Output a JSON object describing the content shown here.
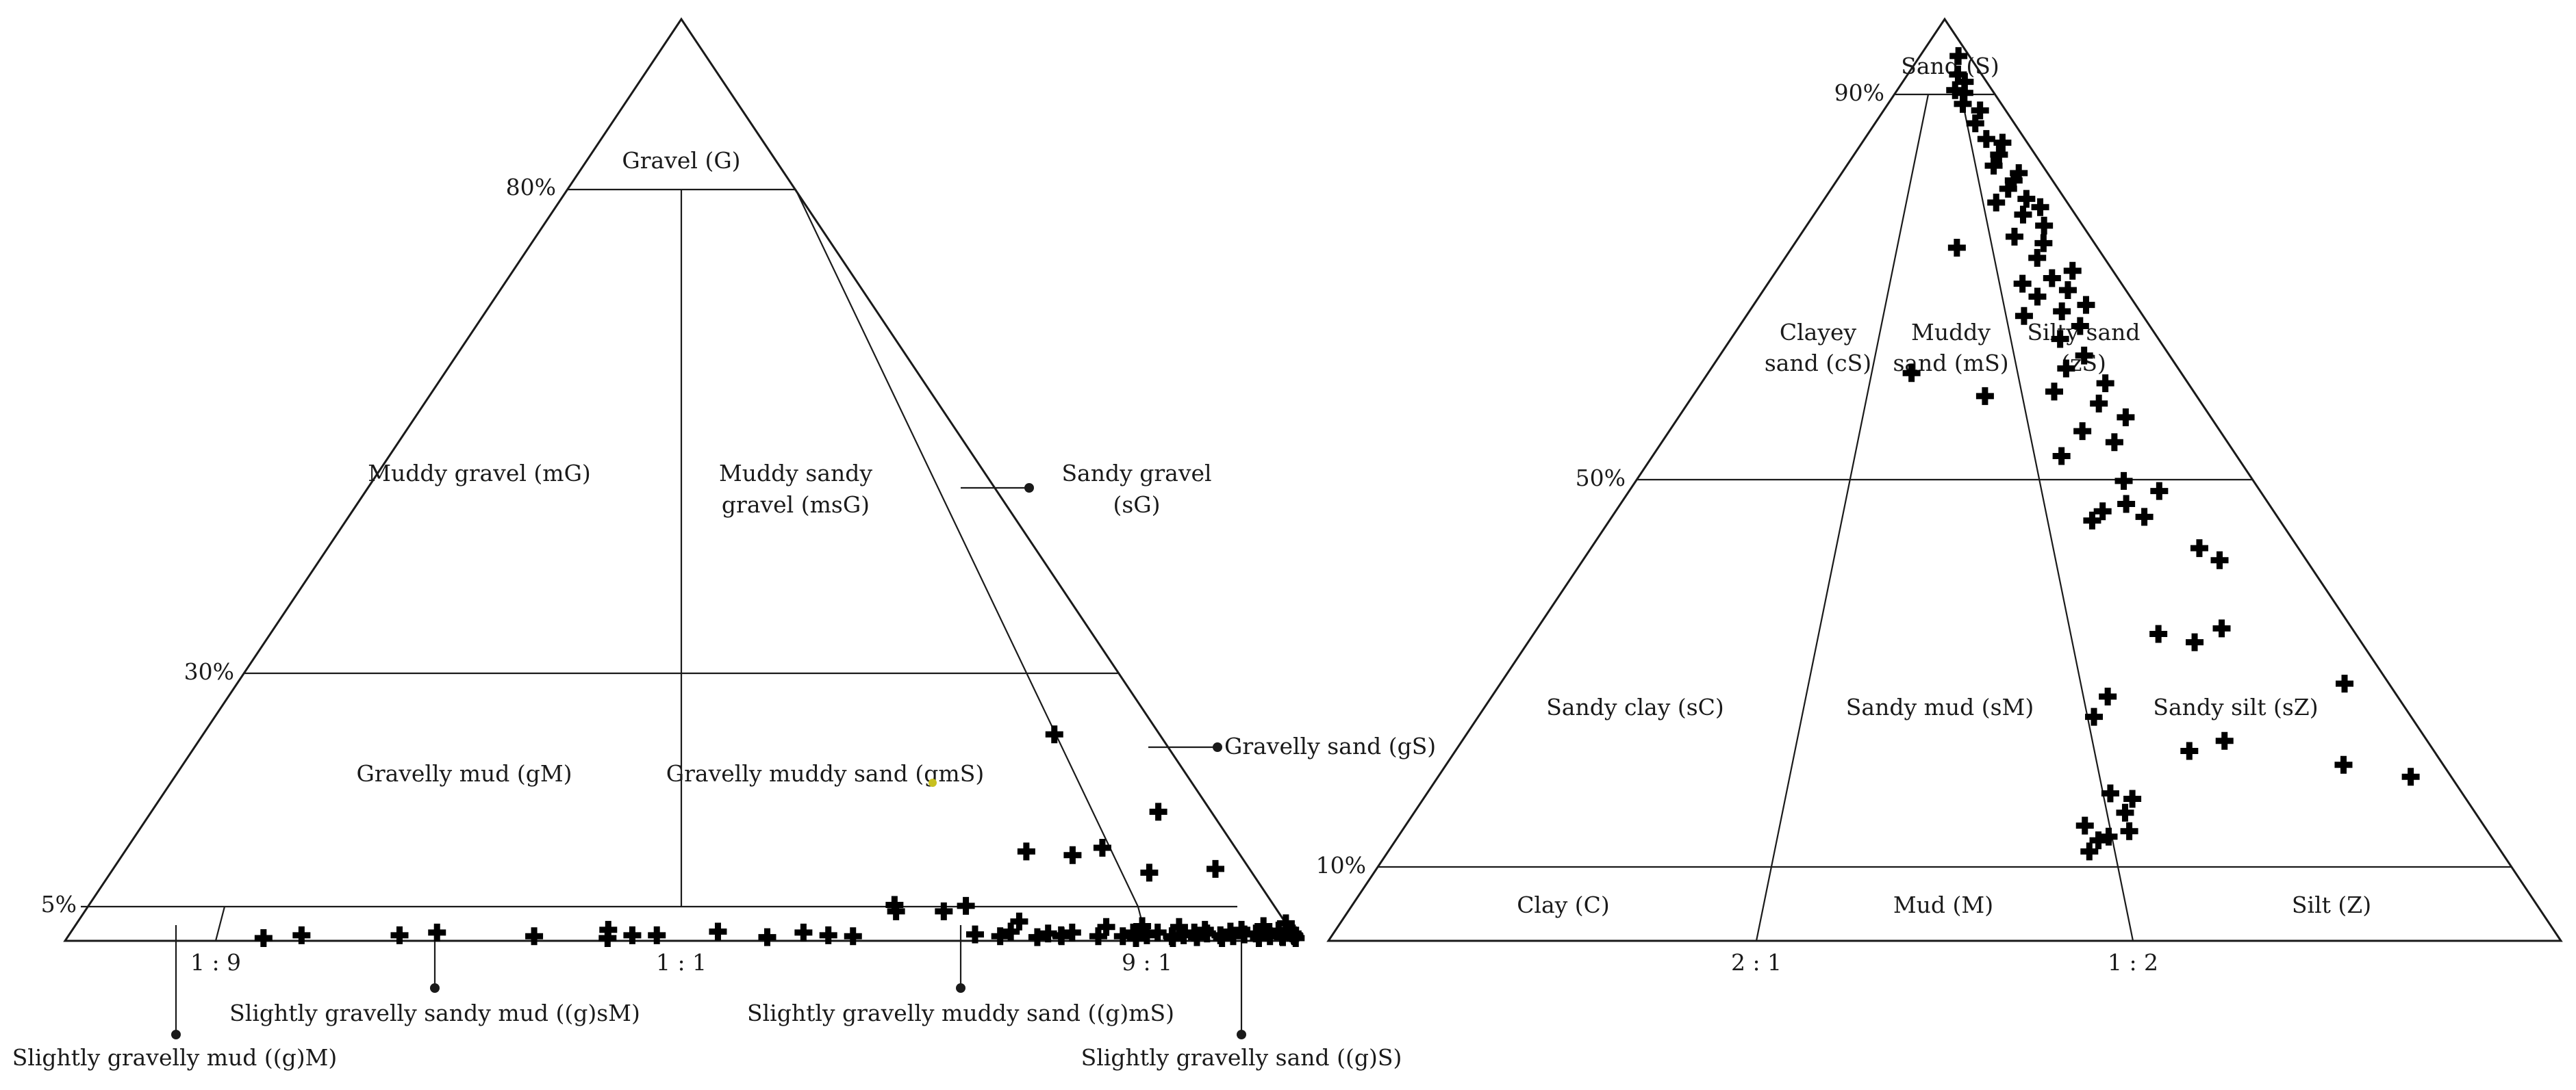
{
  "diagrams": [
    {
      "id": "gravel-sand-mud",
      "percent_labels": [
        "80%",
        "30%",
        "5%"
      ],
      "ratio_labels": [
        "1 : 9",
        "1 : 1",
        "9 : 1"
      ],
      "classes": [
        "Gravel (G)",
        "Muddy gravel (mG)",
        "Muddy sandy",
        "gravel (msG)",
        "Sandy gravel",
        "(sG)",
        "Gravelly mud (gM)",
        "Gravelly muddy sand (gmS)",
        "Gravelly sand (gS)",
        "Slightly gravelly sandy mud ((g)sM)",
        "Slightly gravelly muddy sand ((g)mS)",
        "Slightly gravelly mud ((g)M)",
        "Slightly gravelly sand ((g)S)"
      ],
      "samples": [
        {
          "sand_mud_ratio": 0.16,
          "gravel_pct": 0.3
        },
        {
          "sand_mud_ratio": 0.19,
          "gravel_pct": 0.6
        },
        {
          "sand_mud_ratio": 0.27,
          "gravel_pct": 0.6
        },
        {
          "sand_mud_ratio": 0.3,
          "gravel_pct": 0.9
        },
        {
          "sand_mud_ratio": 0.38,
          "gravel_pct": 0.5
        },
        {
          "sand_mud_ratio": 0.44,
          "gravel_pct": 1.2
        },
        {
          "sand_mud_ratio": 0.44,
          "gravel_pct": 0.3
        },
        {
          "sand_mud_ratio": 0.46,
          "gravel_pct": 0.6
        },
        {
          "sand_mud_ratio": 0.48,
          "gravel_pct": 0.6
        },
        {
          "sand_mud_ratio": 0.53,
          "gravel_pct": 1.0
        },
        {
          "sand_mud_ratio": 0.57,
          "gravel_pct": 0.4
        },
        {
          "sand_mud_ratio": 0.6,
          "gravel_pct": 0.9
        },
        {
          "sand_mud_ratio": 0.62,
          "gravel_pct": 0.6
        },
        {
          "sand_mud_ratio": 0.64,
          "gravel_pct": 0.5
        },
        {
          "sand_mud_ratio": 0.68,
          "gravel_pct": 3.2
        },
        {
          "sand_mud_ratio": 0.68,
          "gravel_pct": 3.9
        },
        {
          "sand_mud_ratio": 0.72,
          "gravel_pct": 3.2
        },
        {
          "sand_mud_ratio": 0.74,
          "gravel_pct": 3.8
        },
        {
          "sand_mud_ratio": 0.74,
          "gravel_pct": 0.7
        },
        {
          "sand_mud_ratio": 0.76,
          "gravel_pct": 0.5
        },
        {
          "sand_mud_ratio": 0.77,
          "gravel_pct": 1.0
        },
        {
          "sand_mud_ratio": 0.78,
          "gravel_pct": 2.1
        },
        {
          "sand_mud_ratio": 0.79,
          "gravel_pct": 0.4
        },
        {
          "sand_mud_ratio": 0.8,
          "gravel_pct": 0.8
        },
        {
          "sand_mud_ratio": 0.81,
          "gravel_pct": 0.6
        },
        {
          "sand_mud_ratio": 0.81,
          "gravel_pct": 9.7
        },
        {
          "sand_mud_ratio": 0.81,
          "gravel_pct": 0.5
        },
        {
          "sand_mud_ratio": 0.82,
          "gravel_pct": 0.9
        },
        {
          "sand_mud_ratio": 0.84,
          "gravel_pct": 0.5
        },
        {
          "sand_mud_ratio": 0.85,
          "gravel_pct": 1.5
        },
        {
          "sand_mud_ratio": 0.85,
          "gravel_pct": 9.3
        },
        {
          "sand_mud_ratio": 0.86,
          "gravel_pct": 0.5
        },
        {
          "sand_mud_ratio": 0.87,
          "gravel_pct": 0.9
        },
        {
          "sand_mud_ratio": 0.87,
          "gravel_pct": 0.3
        },
        {
          "sand_mud_ratio": 0.88,
          "gravel_pct": 1.6
        },
        {
          "sand_mud_ratio": 0.88,
          "gravel_pct": 10.1
        },
        {
          "sand_mud_ratio": 0.88,
          "gravel_pct": 0.6
        },
        {
          "sand_mud_ratio": 0.89,
          "gravel_pct": 22.4
        },
        {
          "sand_mud_ratio": 0.89,
          "gravel_pct": 0.9
        },
        {
          "sand_mud_ratio": 0.9,
          "gravel_pct": 0.5
        },
        {
          "sand_mud_ratio": 0.9,
          "gravel_pct": 0.3
        },
        {
          "sand_mud_ratio": 0.91,
          "gravel_pct": 0.6
        },
        {
          "sand_mud_ratio": 0.91,
          "gravel_pct": 7.4
        },
        {
          "sand_mud_ratio": 0.91,
          "gravel_pct": 1.5
        },
        {
          "sand_mud_ratio": 0.92,
          "gravel_pct": 0.9
        },
        {
          "sand_mud_ratio": 0.92,
          "gravel_pct": 0.4
        },
        {
          "sand_mud_ratio": 0.93,
          "gravel_pct": 0.8
        },
        {
          "sand_mud_ratio": 0.93,
          "gravel_pct": 1.2
        },
        {
          "sand_mud_ratio": 0.94,
          "gravel_pct": 0.6
        },
        {
          "sand_mud_ratio": 0.94,
          "gravel_pct": 0.3
        },
        {
          "sand_mud_ratio": 0.95,
          "gravel_pct": 14.0
        },
        {
          "sand_mud_ratio": 0.95,
          "gravel_pct": 1.0
        },
        {
          "sand_mud_ratio": 0.95,
          "gravel_pct": 0.5
        },
        {
          "sand_mud_ratio": 0.96,
          "gravel_pct": 0.7
        },
        {
          "sand_mud_ratio": 0.96,
          "gravel_pct": 1.2
        },
        {
          "sand_mud_ratio": 0.97,
          "gravel_pct": 7.8
        },
        {
          "sand_mud_ratio": 0.97,
          "gravel_pct": 0.3
        },
        {
          "sand_mud_ratio": 0.97,
          "gravel_pct": 0.8
        },
        {
          "sand_mud_ratio": 0.98,
          "gravel_pct": 0.5
        },
        {
          "sand_mud_ratio": 0.98,
          "gravel_pct": 1.6
        },
        {
          "sand_mud_ratio": 0.98,
          "gravel_pct": 0.9
        },
        {
          "sand_mud_ratio": 0.99,
          "gravel_pct": 0.5
        },
        {
          "sand_mud_ratio": 0.99,
          "gravel_pct": 1.1
        },
        {
          "sand_mud_ratio": 0.99,
          "gravel_pct": 0.5
        },
        {
          "sand_mud_ratio": 0.99,
          "gravel_pct": 0.4
        },
        {
          "sand_mud_ratio": 1.0,
          "gravel_pct": 0.8
        },
        {
          "sand_mud_ratio": 1.0,
          "gravel_pct": 1.9
        },
        {
          "sand_mud_ratio": 1.0,
          "gravel_pct": 0.6
        },
        {
          "sand_mud_ratio": 1.0,
          "gravel_pct": 0.3
        },
        {
          "sand_mud_ratio": 1.0,
          "gravel_pct": 1.2
        },
        {
          "sand_mud_ratio": 1.0,
          "gravel_pct": 0.5
        }
      ]
    },
    {
      "id": "sand-silt-clay",
      "percent_labels": [
        "90%",
        "50%",
        "10%"
      ],
      "ratio_labels": [
        "2 : 1",
        "1 : 2"
      ],
      "classes": [
        "Sand (S)",
        "Clayey",
        "sand (cS)",
        "Muddy",
        "sand (mS)",
        "Silty sand",
        "(zS)",
        "Sandy clay (sC)",
        "Sandy mud (sM)",
        "Sandy silt (sZ)",
        "Clay (C)",
        "Mud (M)",
        "Silt (Z)"
      ],
      "samples": [
        {
          "sand_pct": 96.0,
          "silt_fraction_of_mud": 0.78
        },
        {
          "sand_pct": 94.0,
          "silt_fraction_of_mud": 0.68
        },
        {
          "sand_pct": 93.2,
          "silt_fraction_of_mud": 0.74
        },
        {
          "sand_pct": 92.3,
          "silt_fraction_of_mud": 0.61
        },
        {
          "sand_pct": 92.0,
          "silt_fraction_of_mud": 0.7
        },
        {
          "sand_pct": 90.8,
          "silt_fraction_of_mud": 0.66
        },
        {
          "sand_pct": 90.1,
          "silt_fraction_of_mud": 0.79
        },
        {
          "sand_pct": 88.7,
          "silt_fraction_of_mud": 0.72
        },
        {
          "sand_pct": 87.0,
          "silt_fraction_of_mud": 0.76
        },
        {
          "sand_pct": 86.6,
          "silt_fraction_of_mud": 0.85
        },
        {
          "sand_pct": 85.3,
          "silt_fraction_of_mud": 0.8
        },
        {
          "sand_pct": 84.1,
          "silt_fraction_of_mud": 0.75
        },
        {
          "sand_pct": 83.3,
          "silt_fraction_of_mud": 0.86
        },
        {
          "sand_pct": 82.5,
          "silt_fraction_of_mud": 0.82
        },
        {
          "sand_pct": 81.6,
          "silt_fraction_of_mud": 0.78
        },
        {
          "sand_pct": 80.5,
          "silt_fraction_of_mud": 0.84
        },
        {
          "sand_pct": 80.1,
          "silt_fraction_of_mud": 0.71
        },
        {
          "sand_pct": 79.6,
          "silt_fraction_of_mud": 0.88
        },
        {
          "sand_pct": 78.8,
          "silt_fraction_of_mud": 0.8
        },
        {
          "sand_pct": 77.6,
          "silt_fraction_of_mud": 0.86
        },
        {
          "sand_pct": 76.4,
          "silt_fraction_of_mud": 0.74
        },
        {
          "sand_pct": 75.7,
          "silt_fraction_of_mud": 0.83
        },
        {
          "sand_pct": 75.2,
          "silt_fraction_of_mud": 0.54
        },
        {
          "sand_pct": 74.1,
          "silt_fraction_of_mud": 0.79
        },
        {
          "sand_pct": 72.7,
          "silt_fraction_of_mud": 0.88
        },
        {
          "sand_pct": 71.9,
          "silt_fraction_of_mud": 0.81
        },
        {
          "sand_pct": 71.3,
          "silt_fraction_of_mud": 0.72
        },
        {
          "sand_pct": 70.6,
          "silt_fraction_of_mud": 0.84
        },
        {
          "sand_pct": 69.9,
          "silt_fraction_of_mud": 0.75
        },
        {
          "sand_pct": 69.0,
          "silt_fraction_of_mud": 0.87
        },
        {
          "sand_pct": 68.3,
          "silt_fraction_of_mud": 0.8
        },
        {
          "sand_pct": 67.8,
          "silt_fraction_of_mud": 0.7
        },
        {
          "sand_pct": 66.7,
          "silt_fraction_of_mud": 0.83
        },
        {
          "sand_pct": 65.3,
          "silt_fraction_of_mud": 0.77
        },
        {
          "sand_pct": 63.5,
          "silt_fraction_of_mud": 0.81
        },
        {
          "sand_pct": 62.1,
          "silt_fraction_of_mud": 0.76
        },
        {
          "sand_pct": 61.6,
          "silt_fraction_of_mud": 0.43
        },
        {
          "sand_pct": 60.5,
          "silt_fraction_of_mud": 0.83
        },
        {
          "sand_pct": 59.6,
          "silt_fraction_of_mud": 0.72
        },
        {
          "sand_pct": 59.1,
          "silt_fraction_of_mud": 0.58
        },
        {
          "sand_pct": 58.3,
          "silt_fraction_of_mud": 0.8
        },
        {
          "sand_pct": 56.8,
          "silt_fraction_of_mud": 0.84
        },
        {
          "sand_pct": 55.3,
          "silt_fraction_of_mud": 0.75
        },
        {
          "sand_pct": 54.1,
          "silt_fraction_of_mud": 0.8
        },
        {
          "sand_pct": 52.6,
          "silt_fraction_of_mud": 0.7
        },
        {
          "sand_pct": 49.9,
          "silt_fraction_of_mud": 0.79
        },
        {
          "sand_pct": 48.8,
          "silt_fraction_of_mud": 0.84
        },
        {
          "sand_pct": 47.4,
          "silt_fraction_of_mud": 0.78
        },
        {
          "sand_pct": 46.6,
          "silt_fraction_of_mud": 0.74
        },
        {
          "sand_pct": 46.0,
          "silt_fraction_of_mud": 0.8
        },
        {
          "sand_pct": 45.6,
          "silt_fraction_of_mud": 0.72
        },
        {
          "sand_pct": 42.6,
          "silt_fraction_of_mud": 0.86
        },
        {
          "sand_pct": 41.3,
          "silt_fraction_of_mud": 0.88
        },
        {
          "sand_pct": 33.9,
          "silt_fraction_of_mud": 0.84
        },
        {
          "sand_pct": 33.3,
          "silt_fraction_of_mud": 0.76
        },
        {
          "sand_pct": 32.4,
          "silt_fraction_of_mud": 0.8
        },
        {
          "sand_pct": 27.9,
          "silt_fraction_of_mud": 0.95
        },
        {
          "sand_pct": 26.5,
          "silt_fraction_of_mud": 0.68
        },
        {
          "sand_pct": 24.3,
          "silt_fraction_of_mud": 0.66
        },
        {
          "sand_pct": 21.7,
          "silt_fraction_of_mud": 0.79
        },
        {
          "sand_pct": 20.6,
          "silt_fraction_of_mud": 0.75
        },
        {
          "sand_pct": 19.1,
          "silt_fraction_of_mud": 0.9
        },
        {
          "sand_pct": 17.8,
          "silt_fraction_of_mud": 0.96
        },
        {
          "sand_pct": 16.0,
          "silt_fraction_of_mud": 0.66
        },
        {
          "sand_pct": 15.4,
          "silt_fraction_of_mud": 0.68
        },
        {
          "sand_pct": 13.9,
          "silt_fraction_of_mud": 0.67
        },
        {
          "sand_pct": 12.5,
          "silt_fraction_of_mud": 0.63
        },
        {
          "sand_pct": 11.9,
          "silt_fraction_of_mud": 0.67
        },
        {
          "sand_pct": 11.3,
          "silt_fraction_of_mud": 0.65
        },
        {
          "sand_pct": 10.9,
          "silt_fraction_of_mud": 0.64
        },
        {
          "sand_pct": 9.7,
          "silt_fraction_of_mud": 0.63
        }
      ]
    }
  ],
  "annotation_color": "#c8c020"
}
